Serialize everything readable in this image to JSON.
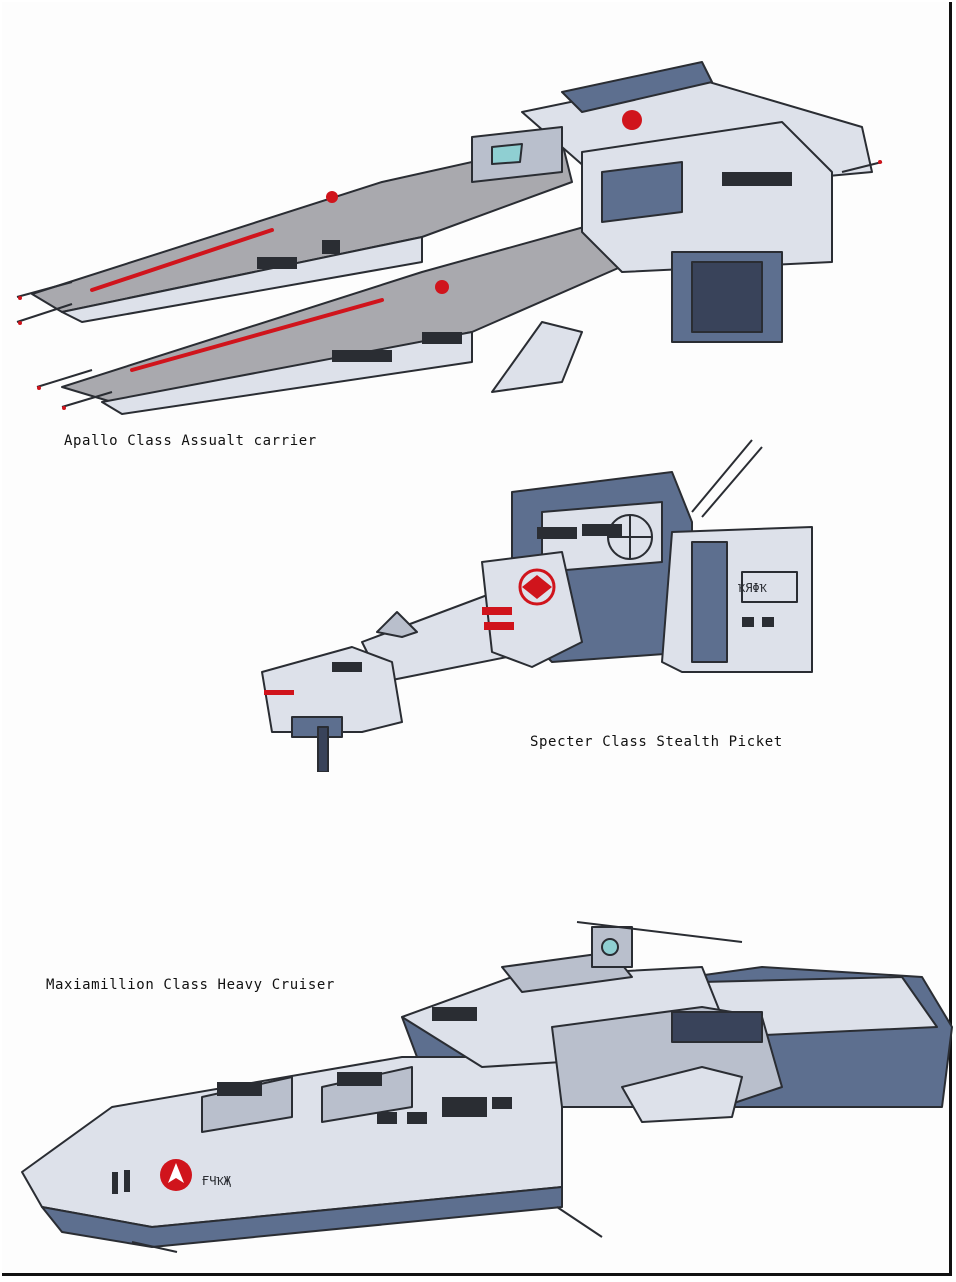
{
  "captions": {
    "apollo": "Apallo Class Assualt carrier",
    "specter": "Specter Class Stealth Picket",
    "maximillion": "Maxiamillion Class Heavy Cruiser"
  },
  "hull_text": {
    "specter": "ҠЯΦҠ",
    "maximillion": "ҒЧҠҖ"
  },
  "colors": {
    "hull_light": "#dde1ea",
    "hull_mid": "#b9bfcc",
    "hull_gray": "#a9a9ae",
    "hull_blue": "#5d6f8f",
    "hull_dark": "#39435a",
    "accent_red": "#d0141c",
    "outline": "#2a2d33"
  },
  "icons": [
    "insignia-icon"
  ]
}
